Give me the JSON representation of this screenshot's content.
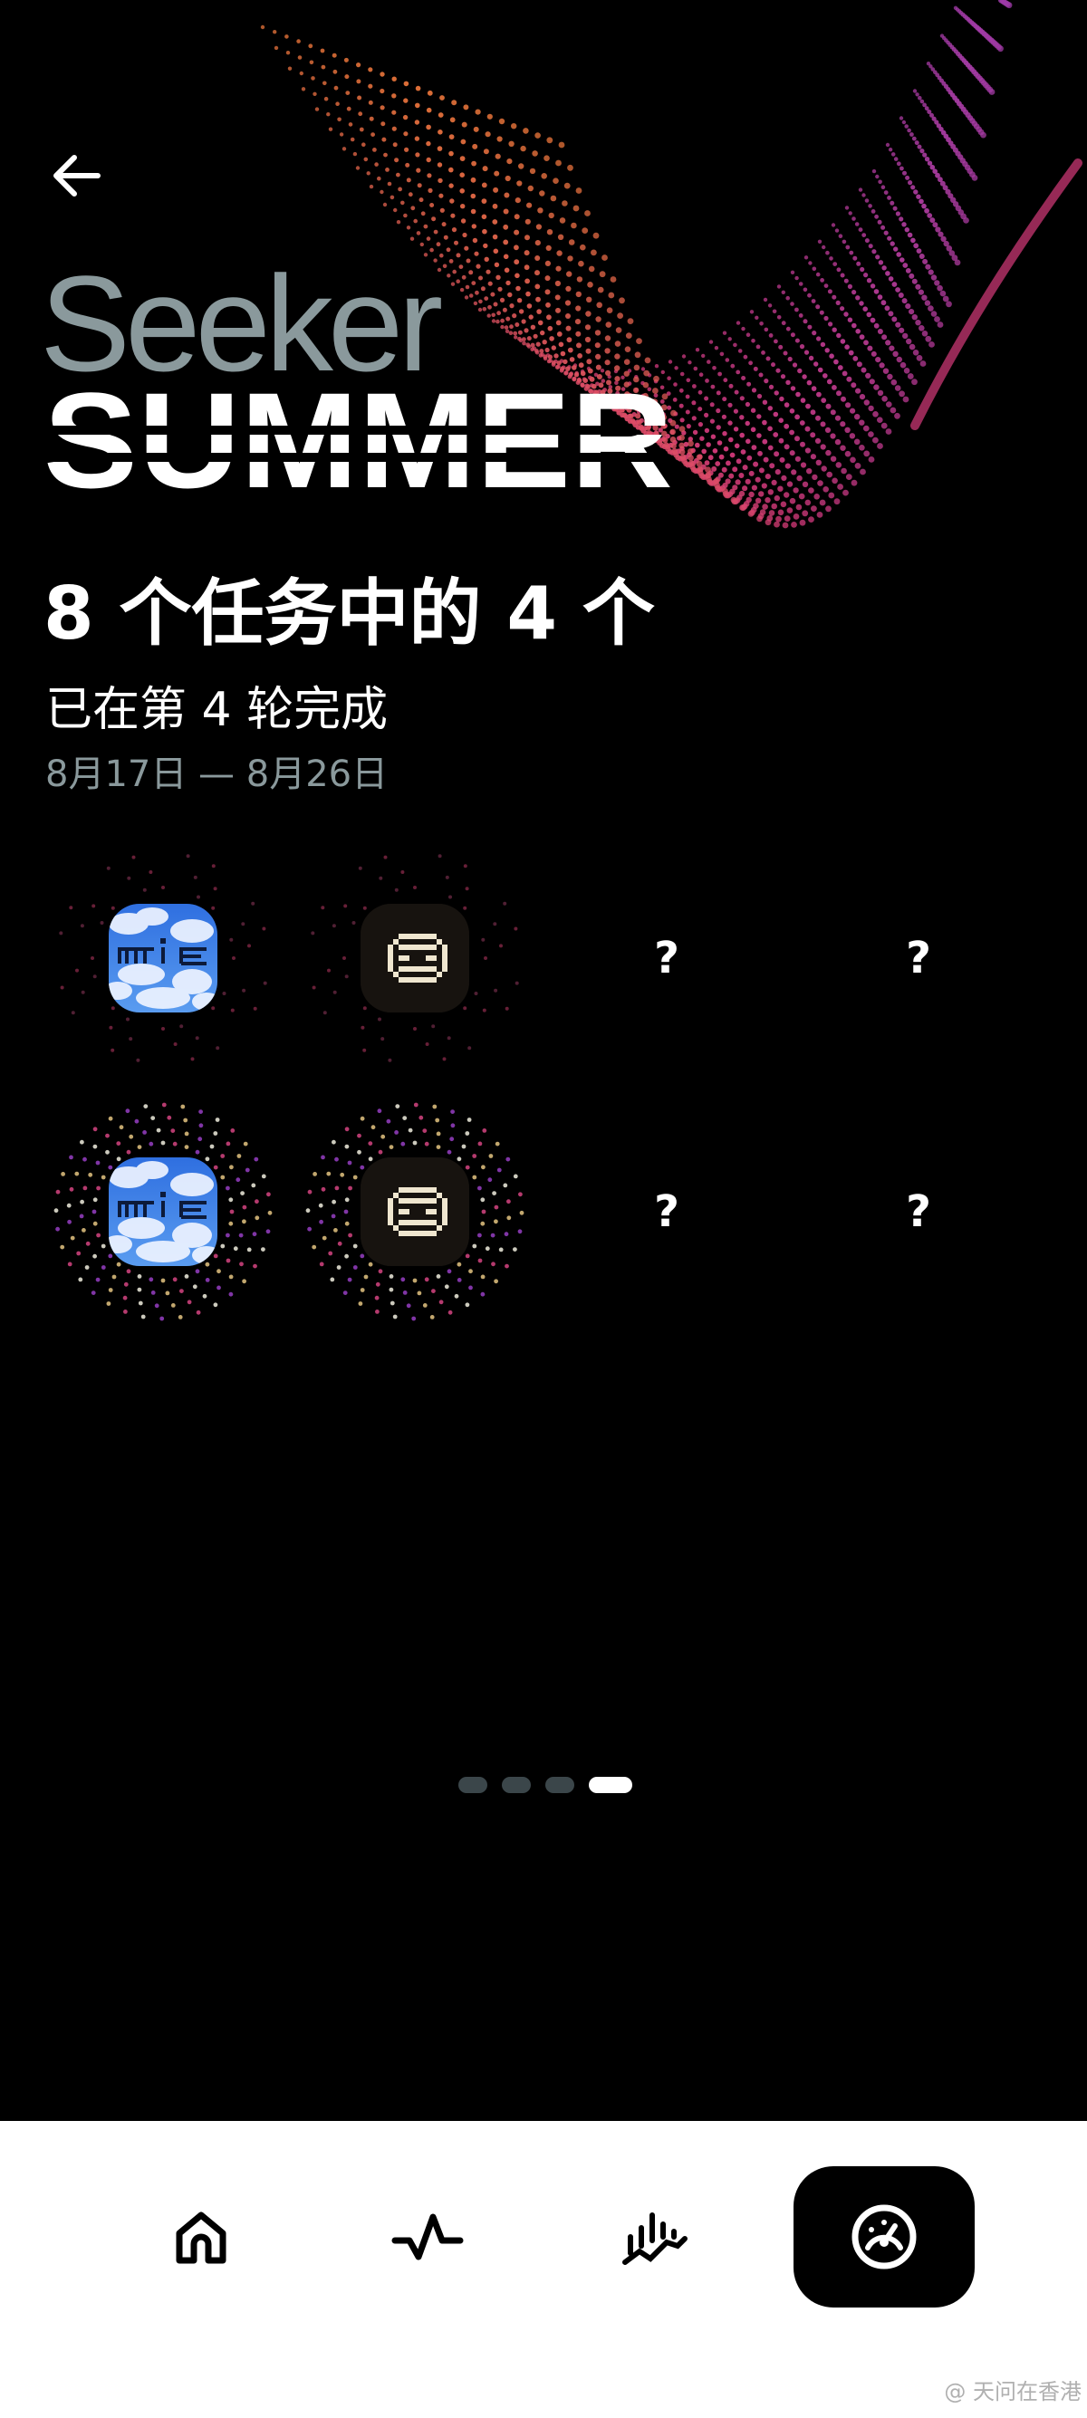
{
  "header": {
    "brand_line1": "Seeker",
    "brand_line2": "SUMMER"
  },
  "progress": {
    "title": "8 个任务中的 4 个",
    "subtitle": "已在第 4 轮完成",
    "dates": "8月17日 — 8月26日",
    "completed": 4,
    "total": 8
  },
  "badges": [
    {
      "state": "completed",
      "icon": "sky-mie-icon"
    },
    {
      "state": "completed",
      "icon": "pixel-face-icon"
    },
    {
      "state": "locked",
      "label": "?"
    },
    {
      "state": "locked",
      "label": "?"
    },
    {
      "state": "completed",
      "icon": "sky-mie-icon"
    },
    {
      "state": "completed",
      "icon": "pixel-face-icon"
    },
    {
      "state": "locked",
      "label": "?"
    },
    {
      "state": "locked",
      "label": "?"
    }
  ],
  "pager": {
    "count": 4,
    "active_index": 4
  },
  "nav": {
    "items": [
      {
        "icon": "home-icon"
      },
      {
        "icon": "activity-icon"
      },
      {
        "icon": "trending-icon"
      },
      {
        "icon": "gauge-icon",
        "active": true
      }
    ]
  },
  "watermark": "@ 天问在香港",
  "colors": {
    "accent_gray": "#8a999c",
    "background": "#000000",
    "nav_background": "#ffffff",
    "wave_orange": "#e8743a",
    "wave_pink": "#d63a7a",
    "wave_purple": "#8e3bb8"
  }
}
